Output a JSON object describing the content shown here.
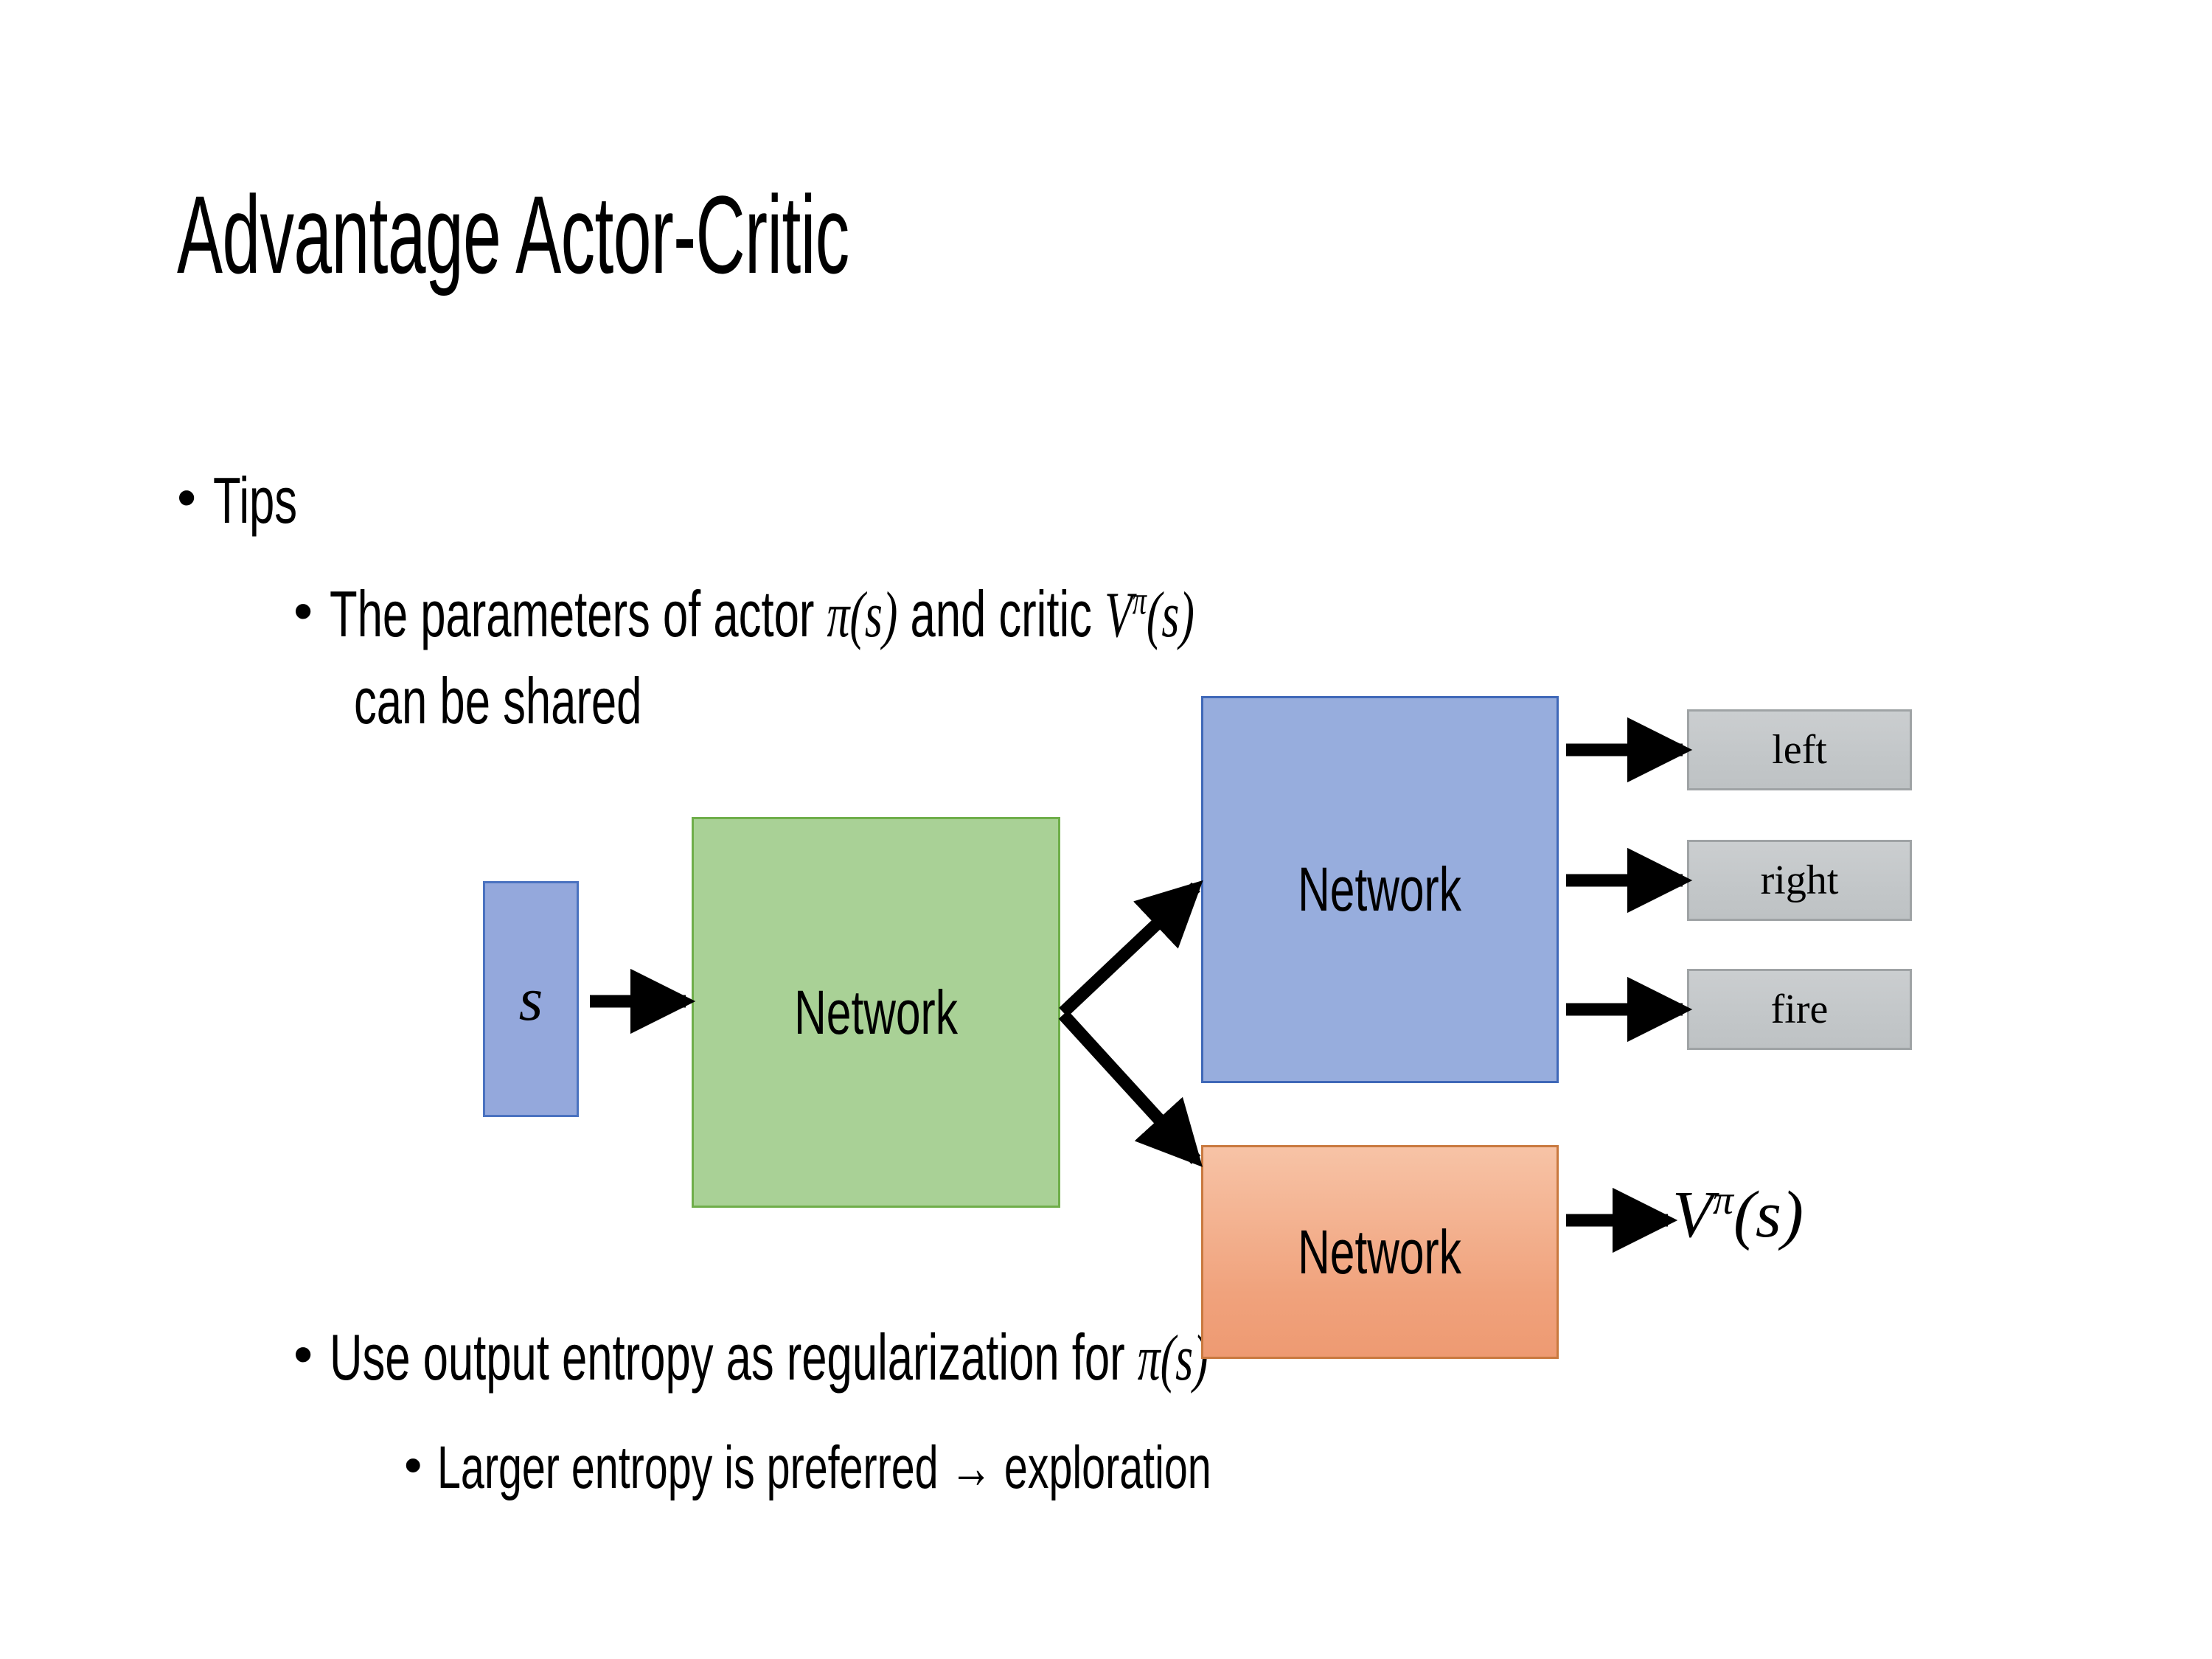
{
  "slide": {
    "title": "Advantage Actor-Critic"
  },
  "bullets": {
    "tips": "Tips",
    "shared_line1_a": "The parameters of actor ",
    "shared_line1_pi": "π",
    "shared_line1_ps": "(",
    "shared_line1_s": "s",
    "shared_line1_pe": ")",
    "shared_line1_b": "  and critic ",
    "shared_line1_V": "V",
    "shared_line1_Vsup": "π",
    "shared_line1_c": "(",
    "shared_line1_s2": "s",
    "shared_line1_d": ")",
    "shared_line2": "can be shared",
    "entropy_a": "Use output entropy as regularization for ",
    "entropy_pi": "π",
    "entropy_p1": "(",
    "entropy_s": "s",
    "entropy_p2": ")",
    "exploration": "Larger entropy is preferred → exploration",
    "dot": "•"
  },
  "diagram": {
    "state_label": "s",
    "shared_network_label": "Network",
    "actor_network_label": "Network",
    "critic_network_label": "Network",
    "actions": [
      {
        "label": "left"
      },
      {
        "label": "right"
      },
      {
        "label": "fire"
      }
    ],
    "value_output": {
      "V": "V",
      "sup": "π",
      "open": "(",
      "s": "s",
      "close": ")"
    },
    "colors": {
      "state_fill": "#94A8DC",
      "state_border": "#4A72C0",
      "shared_fill": "#A9D196",
      "shared_border": "#6FAE4A",
      "actor_fill": "#97ADDD",
      "actor_border": "#3F68B8",
      "critic_fill": "#F0A27C",
      "critic_border": "#C9793F",
      "action_fill": "#C3C7C9",
      "action_border": "#9FA3A5",
      "arrow": "#000000",
      "background": "#FFFFFF",
      "text": "#000000"
    }
  }
}
